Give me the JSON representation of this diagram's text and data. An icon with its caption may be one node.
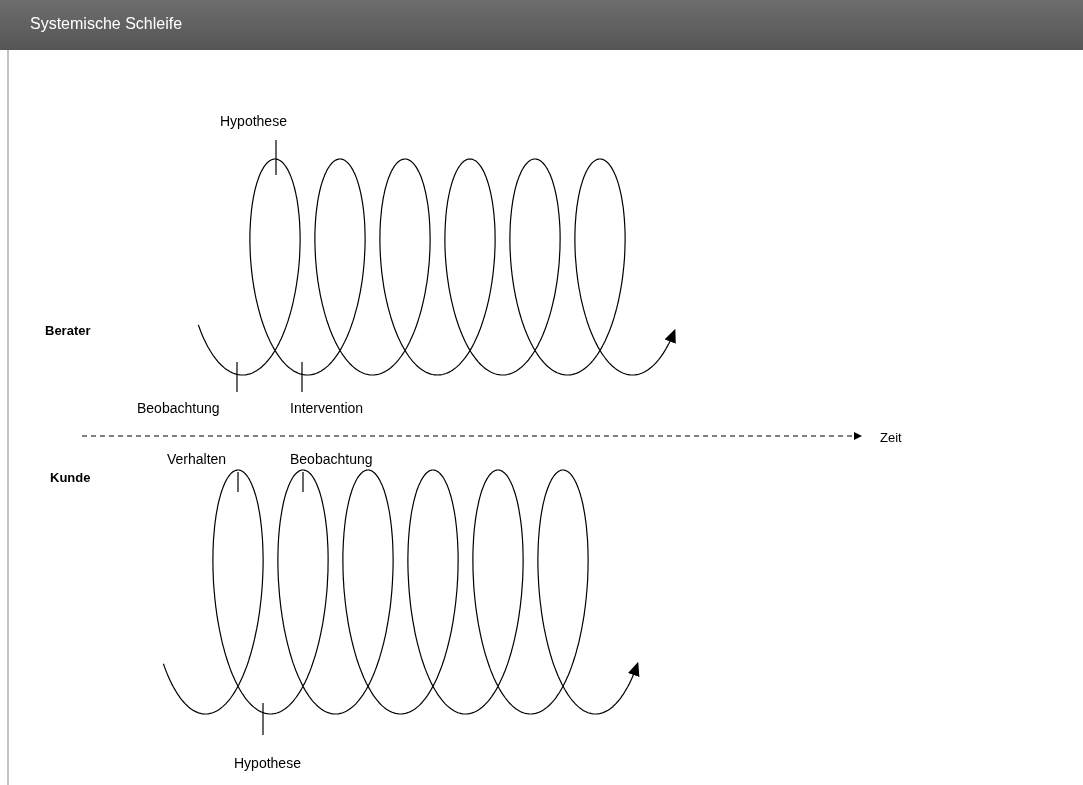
{
  "diagram": {
    "title": "Systemische Schleife",
    "nodes": [
      {
        "text": [
          "Hypothese"
        ]
      },
      {
        "text": [
          "Beobachtung"
        ]
      },
      {
        "text": [
          "Intervention"
        ]
      },
      {
        "text": [
          "Verhalten"
        ]
      },
      {
        "text": [
          "Beobachtung"
        ]
      },
      {
        "text": [
          "Hypothese"
        ]
      }
    ],
    "edges": [
      {
        "from": 0,
        "to": null,
        "arrow": "none"
      },
      {
        "from": 1,
        "to": null,
        "arrow": "none"
      },
      {
        "from": 2,
        "to": null,
        "arrow": "none"
      },
      {
        "from": 3,
        "to": null,
        "arrow": "none"
      },
      {
        "from": 4,
        "to": null,
        "arrow": "none"
      },
      {
        "from": 5,
        "to": null,
        "arrow": "none"
      }
    ],
    "labels": [
      "Berater",
      "Zeit",
      "Kunde"
    ]
  }
}
